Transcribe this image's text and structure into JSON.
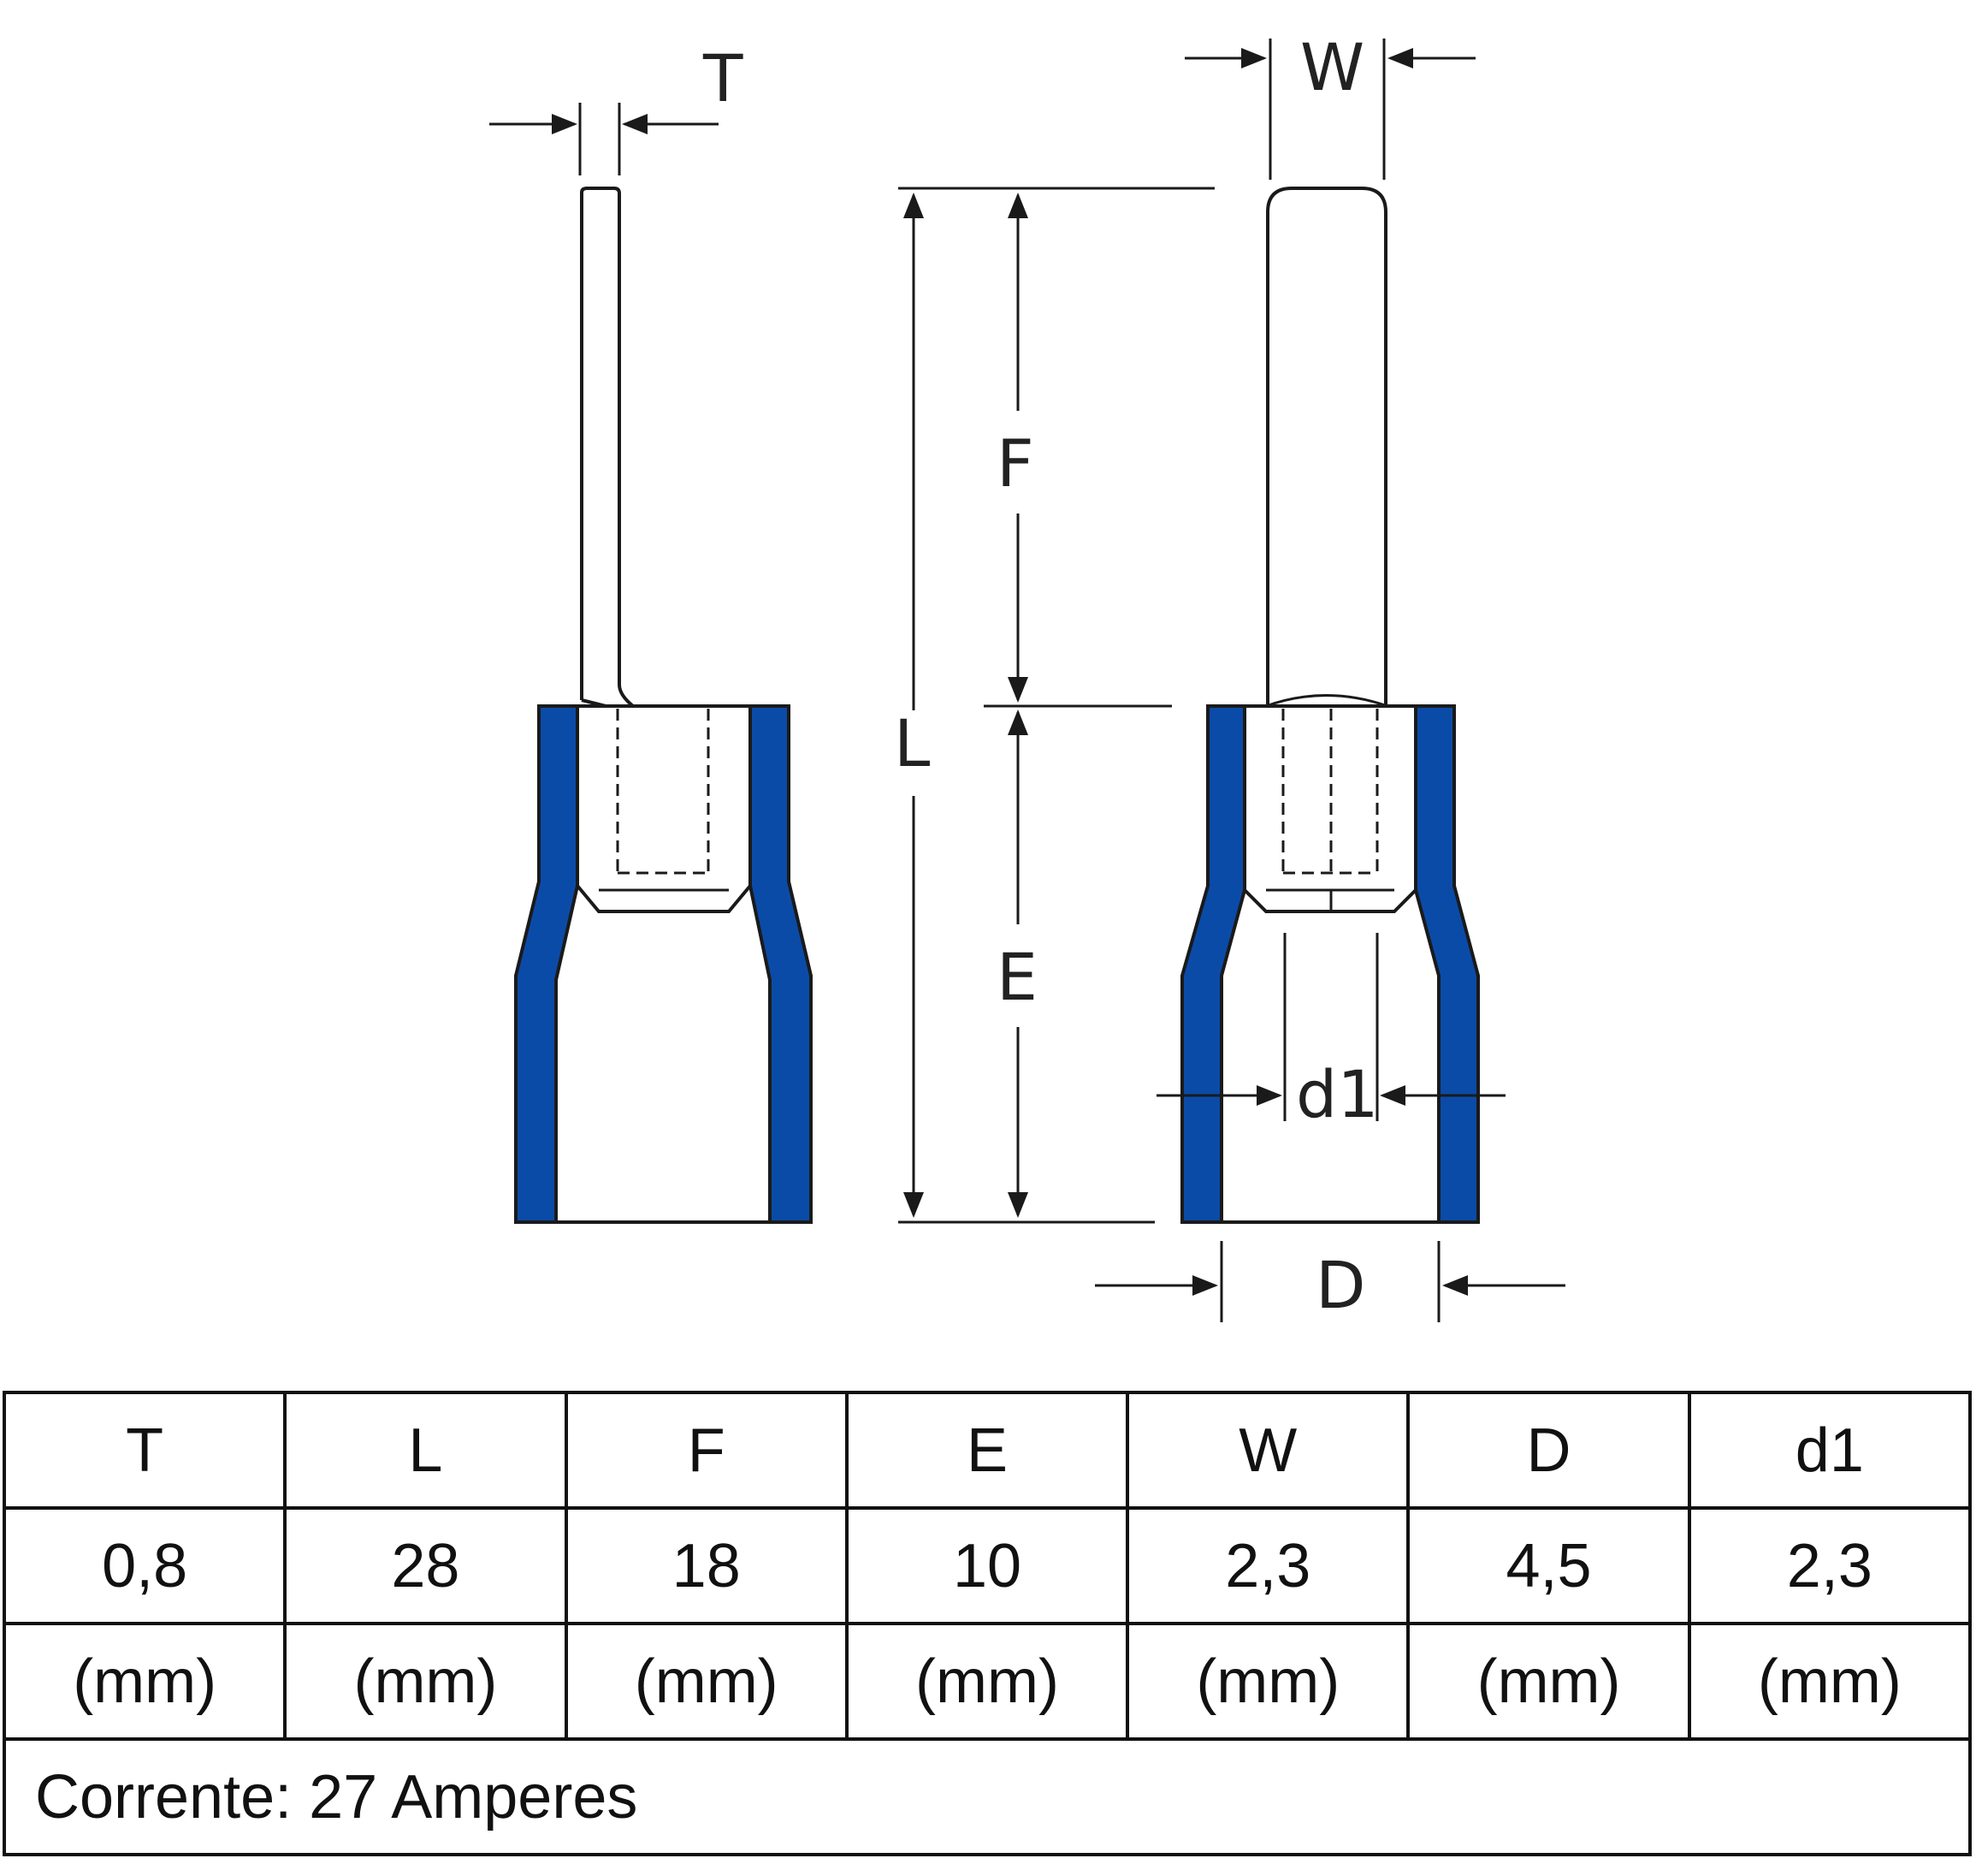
{
  "dimension_labels": {
    "T": "T",
    "W": "W",
    "F": "F",
    "L": "L",
    "E": "E",
    "d1": "d1",
    "D": "D"
  },
  "colors": {
    "insulation": "#0b4ba8",
    "outline": "#1a1a1a"
  },
  "table": {
    "headers": [
      "T",
      "L",
      "F",
      "E",
      "W",
      "D",
      "d1"
    ],
    "values": [
      "0,8",
      "28",
      "18",
      "10",
      "2,3",
      "4,5",
      "2,3"
    ],
    "units": [
      "(mm)",
      "(mm)",
      "(mm)",
      "(mm)",
      "(mm)",
      "(mm)",
      "(mm)"
    ],
    "note": "Corrente: 27 Amperes"
  }
}
